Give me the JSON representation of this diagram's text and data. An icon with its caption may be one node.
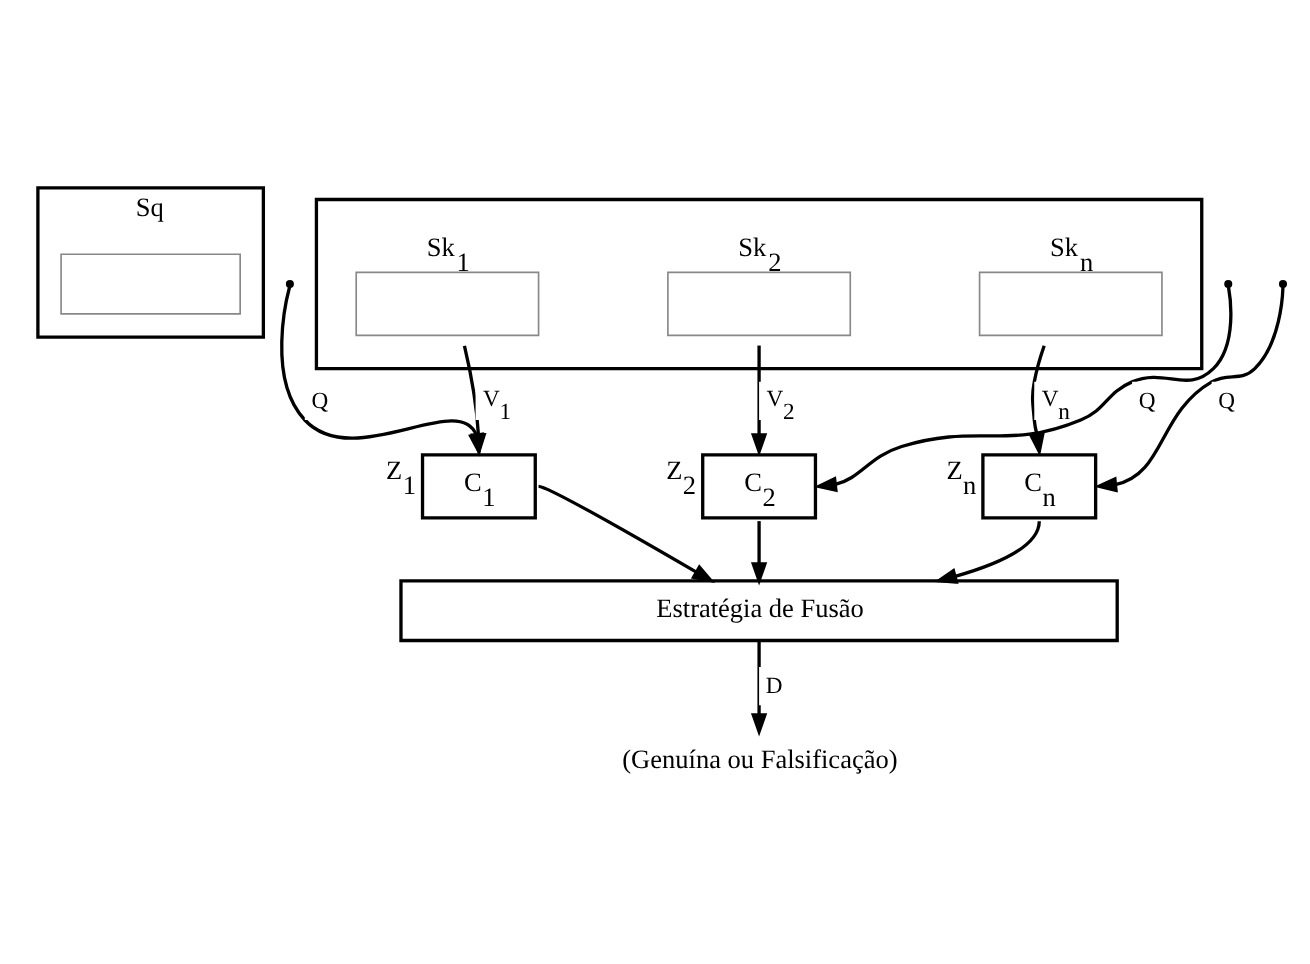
{
  "diagram": {
    "nodes": [
      {
        "text": [
          "Sq"
        ]
      },
      {
        "text": [],
        "shape": "box",
        "in": 0
      },
      {
        "text": [],
        "shape": "box"
      },
      {
        "text": [],
        "shape": "box",
        "in": 2,
        "beside": [
          "Sk$_{1}$"
        ]
      },
      {
        "text": [],
        "shape": "box",
        "in": 2,
        "beside": [
          "Sk$_{2}$"
        ]
      },
      {
        "text": [],
        "shape": "box",
        "in": 2,
        "beside": [
          "Sk$_{n}$"
        ]
      },
      {
        "text": [
          "C$_{1}$"
        ],
        "beside": [
          "Z$_{1}$"
        ]
      },
      {
        "text": [
          "C$_{2}$"
        ],
        "beside": [
          "Z$_{2}$"
        ]
      },
      {
        "text": [
          "C$_{n}$"
        ],
        "beside": [
          "Z$_{n}$"
        ]
      },
      {
        "text": [
          "Estratégia de Fusão"
        ]
      },
      {
        "text": [
          "(Genuína ou Falsificação)"
        ]
      }
    ],
    "edges": [
      {
        "from": null,
        "to": 6,
        "arrow": "to",
        "label": "Q"
      },
      {
        "from": 3,
        "to": 6,
        "arrow": "to",
        "label": "V$_{1}$"
      },
      {
        "from": null,
        "to": 7,
        "arrow": "to",
        "label": "Q"
      },
      {
        "from": 4,
        "to": 7,
        "arrow": "to",
        "label": "V$_{2}$"
      },
      {
        "from": null,
        "to": 8,
        "arrow": "to",
        "label": "Q"
      },
      {
        "from": 5,
        "to": 8,
        "arrow": "to",
        "label": "V$_{n}$"
      },
      {
        "from": 6,
        "to": 9,
        "arrow": "to"
      },
      {
        "from": 7,
        "to": 9,
        "arrow": "to"
      },
      {
        "from": 8,
        "to": 9,
        "arrow": "to"
      },
      {
        "from": 9,
        "to": 10,
        "arrow": "to",
        "label": "D"
      }
    ]
  }
}
